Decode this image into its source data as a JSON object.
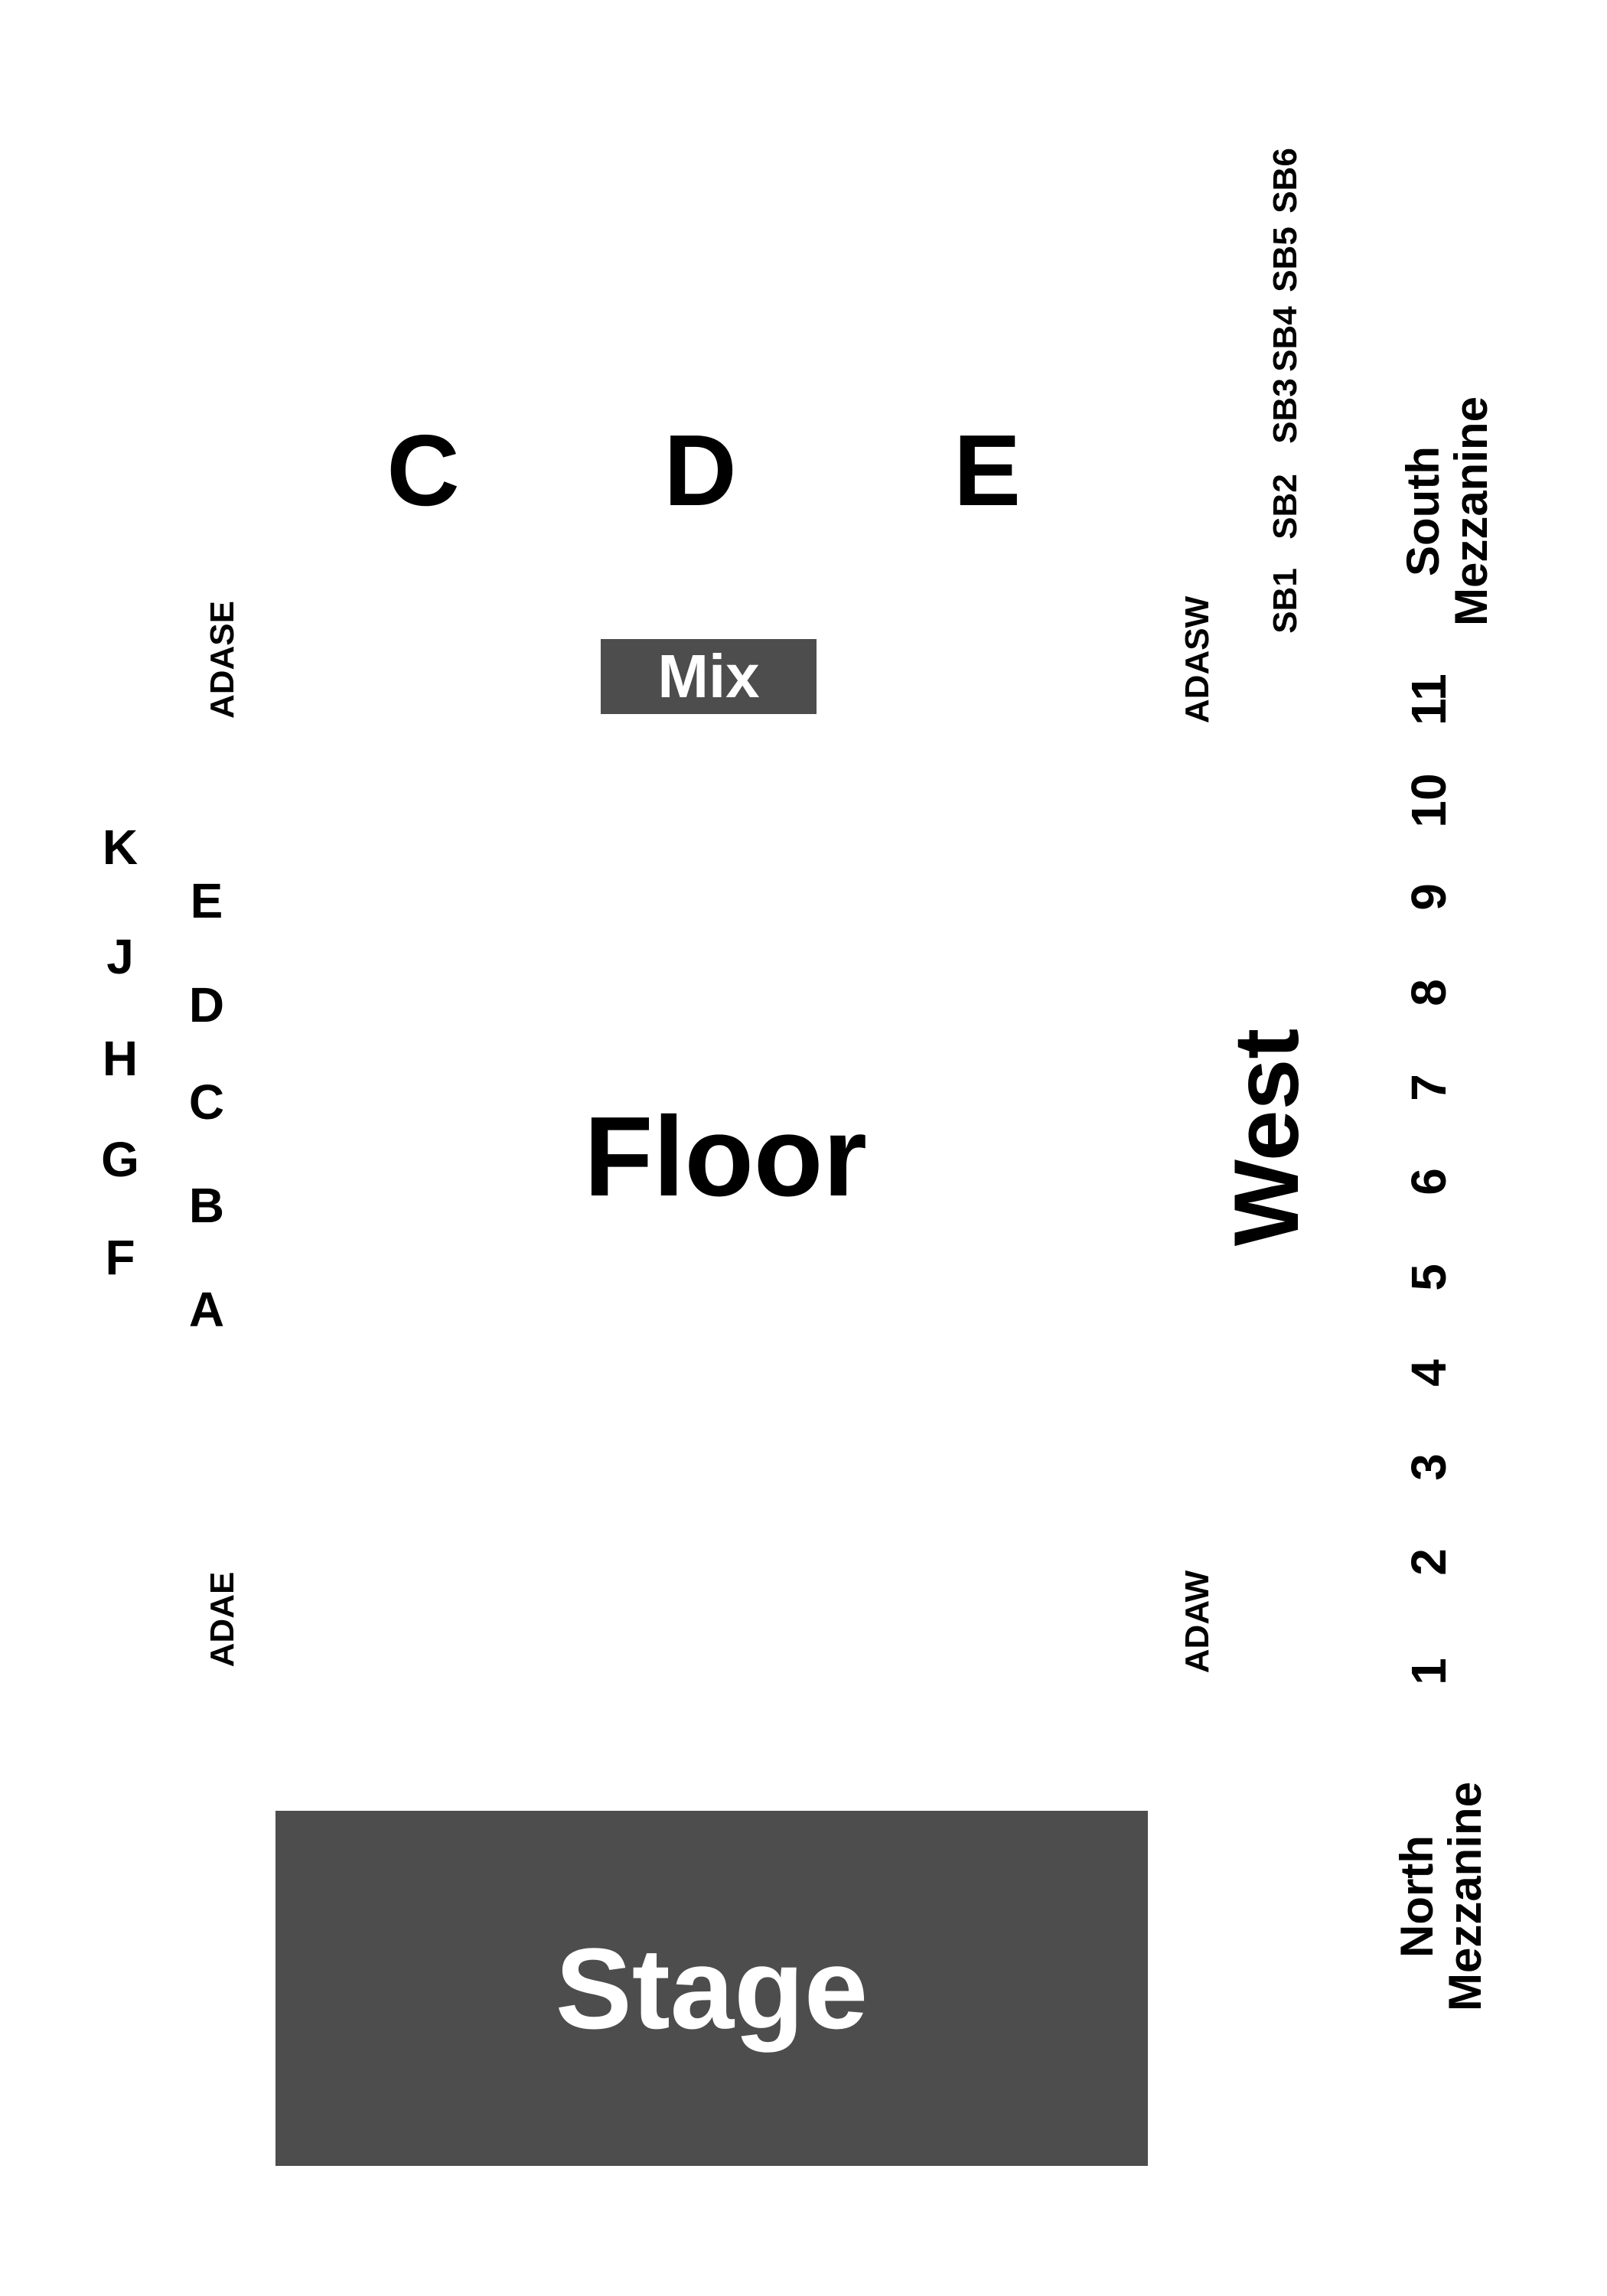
{
  "map": {
    "upper_sections": [
      "C",
      "D",
      "E"
    ],
    "mix": "Mix",
    "ada": {
      "south_east": "ADASE",
      "south_west": "ADASW",
      "east": "ADAE",
      "west": "ADAW"
    },
    "left_outer_rows": [
      "K",
      "J",
      "H",
      "G",
      "F"
    ],
    "left_inner_rows": [
      "E",
      "D",
      "C",
      "B",
      "A"
    ],
    "floor": "Floor",
    "west": "West",
    "west_rows": [
      "11",
      "10",
      "9",
      "8",
      "7",
      "6",
      "5",
      "4",
      "3",
      "2",
      "1"
    ],
    "suites": [
      "SB1",
      "SB2",
      "SB3",
      "SB4",
      "SB5",
      "SB6"
    ],
    "south_mezzanine": {
      "line1": "South",
      "line2": "Mezzanine"
    },
    "north_mezzanine": {
      "line1": "North",
      "line2": "Mezzanine"
    },
    "stage": "Stage"
  }
}
